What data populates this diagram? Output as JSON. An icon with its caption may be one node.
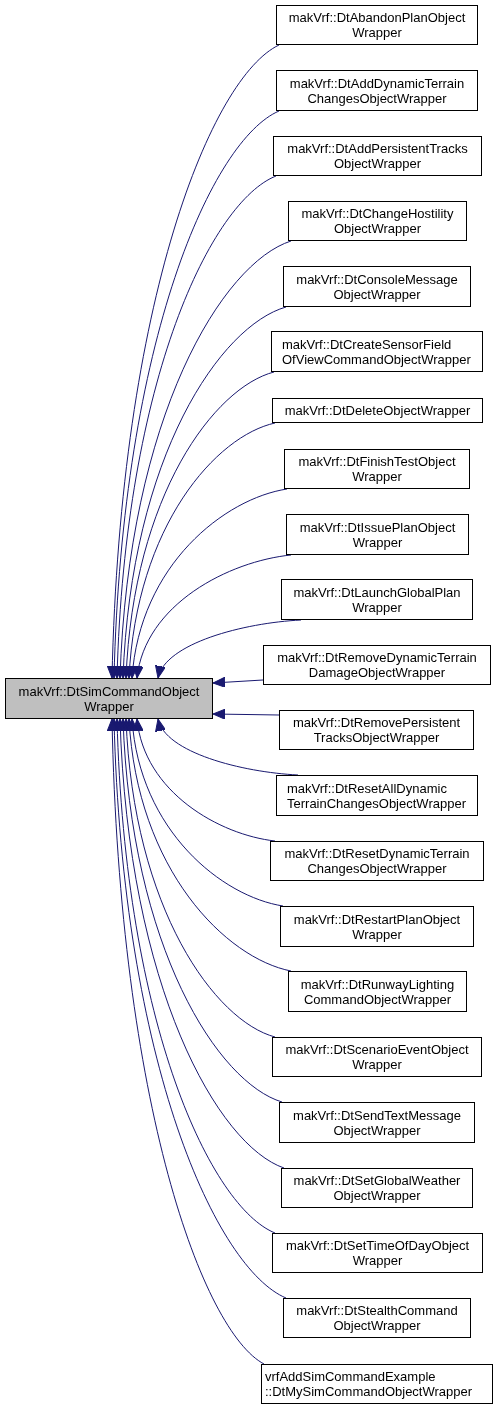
{
  "diagram": {
    "nodes": [
      {
        "text": [
          "makVrf::DtSimCommandObject Wrapper"
        ]
      },
      {
        "text": [
          "makVrf::DtAbandonPlanObject Wrapper"
        ]
      },
      {
        "text": [
          "makVrf::DtAddDynamicTerrain ChangesObjectWrapper"
        ]
      },
      {
        "text": [
          "makVrf::DtAddPersistentTracks ObjectWrapper"
        ]
      },
      {
        "text": [
          "makVrf::DtChangeHostility ObjectWrapper"
        ]
      },
      {
        "text": [
          "makVrf::DtConsoleMessage ObjectWrapper"
        ]
      },
      {
        "text": [
          "makVrf::DtCreateSensorField OfViewCommandObjectWrapper"
        ]
      },
      {
        "text": [
          "makVrf::DtDeleteObjectWrapper"
        ]
      },
      {
        "text": [
          "makVrf::DtFinishTestObject Wrapper"
        ]
      },
      {
        "text": [
          "makVrf::DtIssuePlanObject Wrapper"
        ]
      },
      {
        "text": [
          "makVrf::DtLaunchGlobalPlan Wrapper"
        ]
      },
      {
        "text": [
          "makVrf::DtRemoveDynamicTerrain DamageObjectWrapper"
        ]
      },
      {
        "text": [
          "makVrf::DtRemovePersistent TracksObjectWrapper"
        ]
      },
      {
        "text": [
          "makVrf::DtResetAllDynamic TerrainChangesObjectWrapper"
        ]
      },
      {
        "text": [
          "makVrf::DtResetDynamicTerrain ChangesObjectWrapper"
        ]
      },
      {
        "text": [
          "makVrf::DtRestartPlanObject Wrapper"
        ]
      },
      {
        "text": [
          "makVrf::DtRunwayLighting CommandObjectWrapper"
        ]
      },
      {
        "text": [
          "makVrf::DtScenarioEventObject Wrapper"
        ]
      },
      {
        "text": [
          "makVrf::DtSendTextMessage ObjectWrapper"
        ]
      },
      {
        "text": [
          "makVrf::DtSetGlobalWeather ObjectWrapper"
        ]
      },
      {
        "text": [
          "makVrf::DtSetTimeOfDayObject Wrapper"
        ]
      },
      {
        "text": [
          "makVrf::DtStealthCommand ObjectWrapper"
        ]
      },
      {
        "text": [
          "vrfAddSimCommandExample ::DtMySimCommandObjectWrapper"
        ]
      }
    ],
    "edges": [
      {
        "from": 1,
        "to": 0,
        "arrow": "to"
      },
      {
        "from": 2,
        "to": 0,
        "arrow": "to"
      },
      {
        "from": 3,
        "to": 0,
        "arrow": "to"
      },
      {
        "from": 4,
        "to": 0,
        "arrow": "to"
      },
      {
        "from": 5,
        "to": 0,
        "arrow": "to"
      },
      {
        "from": 6,
        "to": 0,
        "arrow": "to"
      },
      {
        "from": 7,
        "to": 0,
        "arrow": "to"
      },
      {
        "from": 8,
        "to": 0,
        "arrow": "to"
      },
      {
        "from": 9,
        "to": 0,
        "arrow": "to"
      },
      {
        "from": 10,
        "to": 0,
        "arrow": "to"
      },
      {
        "from": 11,
        "to": 0,
        "arrow": "to"
      },
      {
        "from": 12,
        "to": 0,
        "arrow": "to"
      },
      {
        "from": 13,
        "to": 0,
        "arrow": "to"
      },
      {
        "from": 14,
        "to": 0,
        "arrow": "to"
      },
      {
        "from": 15,
        "to": 0,
        "arrow": "to"
      },
      {
        "from": 16,
        "to": 0,
        "arrow": "to"
      },
      {
        "from": 17,
        "to": 0,
        "arrow": "to"
      },
      {
        "from": 18,
        "to": 0,
        "arrow": "to"
      },
      {
        "from": 19,
        "to": 0,
        "arrow": "to"
      },
      {
        "from": 20,
        "to": 0,
        "arrow": "to"
      },
      {
        "from": 21,
        "to": 0,
        "arrow": "to"
      },
      {
        "from": 22,
        "to": 0,
        "arrow": "to"
      }
    ]
  }
}
